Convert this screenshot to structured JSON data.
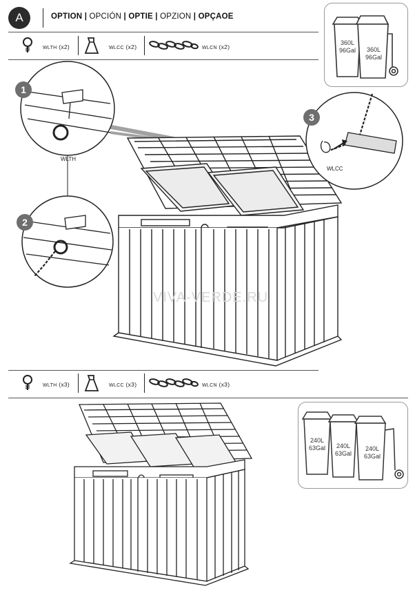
{
  "section": {
    "letter": "A"
  },
  "title": {
    "option_en": "OPTION",
    "option_es": "OPCIÓN",
    "option_nl": "OPTIE",
    "option_it": "OPZION",
    "option_pt": "OPÇAOE",
    "separator": "|"
  },
  "parts_top": [
    {
      "code": "WLTH",
      "qty": "(x2)",
      "icon": "eye-hook-icon"
    },
    {
      "code": "WLCC",
      "qty": "(x2)",
      "icon": "chain-clip-icon"
    },
    {
      "code": "WLCN",
      "qty": "(x2)",
      "icon": "chain-icon"
    }
  ],
  "parts_bottom": [
    {
      "code": "WLTH",
      "qty": "(x3)",
      "icon": "eye-hook-icon"
    },
    {
      "code": "WLCC",
      "qty": "(x3)",
      "icon": "chain-clip-icon"
    },
    {
      "code": "WLCN",
      "qty": "(x3)",
      "icon": "chain-icon"
    }
  ],
  "bins_top": [
    {
      "line1": "360L",
      "line2": "96Gal"
    },
    {
      "line1": "360L",
      "line2": "96Gal"
    }
  ],
  "bins_bottom": [
    {
      "line1": "240L",
      "line2": "63Gal"
    },
    {
      "line1": "240L",
      "line2": "63Gal"
    },
    {
      "line1": "240L",
      "line2": "63Gal"
    }
  ],
  "steps": [
    {
      "number": "1",
      "label": "WLTH"
    },
    {
      "number": "2",
      "label": ""
    },
    {
      "number": "3",
      "label": "WLCC"
    }
  ],
  "watermark": "VIVA-VERDE.RU"
}
